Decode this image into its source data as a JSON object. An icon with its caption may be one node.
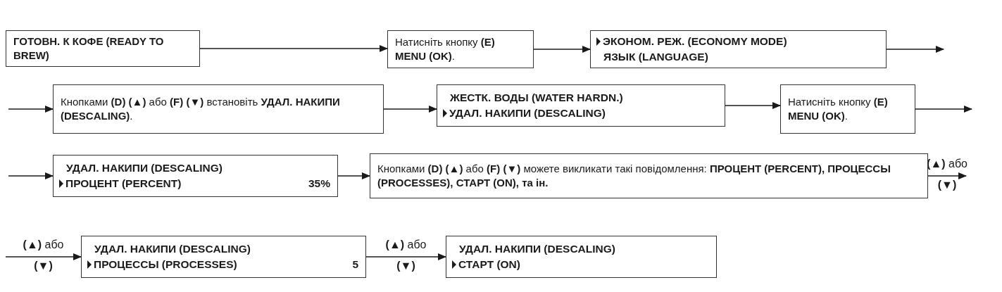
{
  "diagram": {
    "nodes": [
      {
        "text": [
          "ГОТОВН. К КОФЕ (READY TO BREW)"
        ]
      },
      {
        "text": [
          "Натисніть кнопку **(E) MENU (OK)**."
        ]
      },
      {
        "text": [
          "ЭКОНОМ. РЕЖ. (ECONOMY MODE)",
          "ЯЗЫК (LANGUAGE)"
        ]
      },
      {
        "text": [
          "Кнопками **(D)** **(▲)** або **(F)** **(▼)** встановіть **УДАЛ. НАКИПИ (DESCALING)**."
        ]
      },
      {
        "text": [
          "ЖЕСТК. ВОДЫ (WATER HARDN.)",
          "УДАЛ. НАКИПИ (DESCALING)"
        ]
      },
      {
        "text": [
          "Натисніть кнопку **(E) MENU (OK)**."
        ]
      },
      {
        "text": [
          "УДАЛ. НАКИПИ (DESCALING)",
          "ПРОЦЕНТ (PERCENT)",
          "35%"
        ]
      },
      {
        "text": [
          "Кнопками **(D)** **(▲)** або **(F)** **(▼)** можете викликати такі повідомлення: **ПРОЦЕНТ (PERCENT), ПРОЦЕССЫ (PROCESSES), СТАРТ (ON), та ін.**"
        ]
      },
      {
        "text": [
          "УДАЛ. НАКИПИ (DESCALING)",
          "ПРОЦЕССЫ (PROCESSES)",
          "5"
        ]
      },
      {
        "text": [
          "УДАЛ. НАКИПИ (DESCALING)",
          "СТАРТ (ON)"
        ]
      }
    ],
    "edges": [
      {
        "from": 0,
        "to": 1,
        "arrow": "to"
      },
      {
        "from": 1,
        "to": 2,
        "arrow": "to"
      },
      {
        "from": 2,
        "to": null,
        "arrow": "to"
      },
      {
        "from": null,
        "to": 3,
        "arrow": "to"
      },
      {
        "from": 3,
        "to": 4,
        "arrow": "to"
      },
      {
        "from": 4,
        "to": 5,
        "arrow": "to"
      },
      {
        "from": 5,
        "to": null,
        "arrow": "to"
      },
      {
        "from": null,
        "to": 6,
        "arrow": "to"
      },
      {
        "from": 6,
        "to": 7,
        "arrow": "to"
      },
      {
        "from": 7,
        "to": null,
        "arrow": "to",
        "label": "**(▲)** або **(▼)**"
      },
      {
        "from": null,
        "to": 8,
        "arrow": "to",
        "label": "**(▲)** або **(▼)**"
      },
      {
        "from": 8,
        "to": 9,
        "arrow": "to",
        "label": "**(▲)** або **(▼)**"
      }
    ]
  }
}
